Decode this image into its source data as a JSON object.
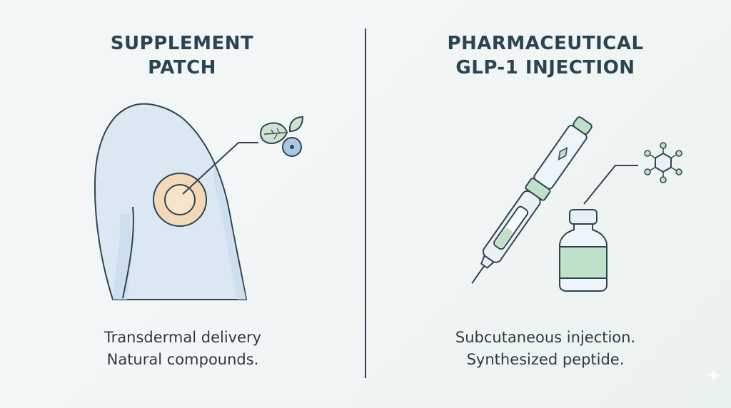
{
  "left": {
    "heading_line1": "SUPPLEMENT",
    "heading_line2": "PATCH",
    "caption_line1": "Transdermal delivery",
    "caption_line2": "Natural compounds."
  },
  "right": {
    "heading_line1": "PHARMACEUTICAL",
    "heading_line2": "GLP-1 INJECTION",
    "caption_line1": "Subcutaneous injection.",
    "caption_line2": "Synthesized peptide."
  },
  "colors": {
    "outline": "#2f4450",
    "skin": "#dbe8f3",
    "patch": "#f3d9b8",
    "leaf": "#cfe2cf",
    "berry": "#a9c8e6",
    "pen_body": "#e9f1f7",
    "label_green": "#bfe0c9"
  },
  "icons": [
    "shoulder-illustration",
    "patch-icon",
    "leaf-berry-icon",
    "injection-pen-icon",
    "vial-icon",
    "molecule-icon",
    "sparkle-icon"
  ]
}
